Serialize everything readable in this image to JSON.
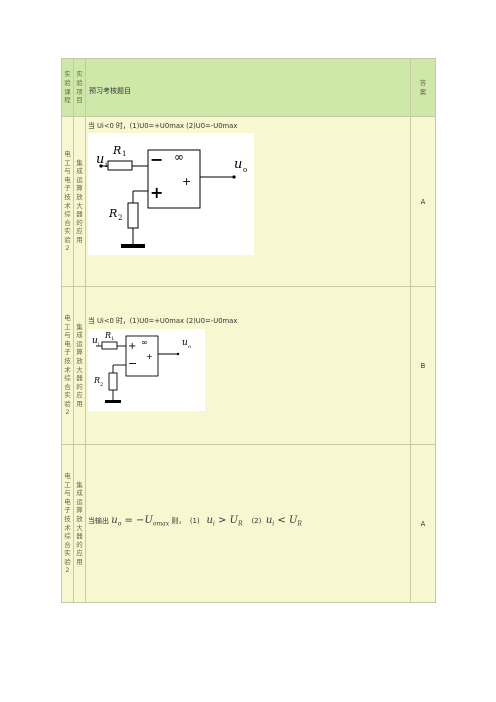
{
  "header": {
    "col1": "实验课程",
    "col2": "实验项目",
    "col3": "预习考核题目",
    "col4": "答案"
  },
  "rows": [
    {
      "course": "电工与电子技术综合实验2",
      "project": "集成运算放大器的应用",
      "question": "当 Ui<0 时，(1)U0=+U0max (2)U0=-U0max",
      "answer": "A"
    },
    {
      "course": "电工与电子技术综合实验2",
      "project": "集成运算放大器的应用",
      "question": "当 Ui<0 时，(1)U0=+U0max (2)U0=-U0max",
      "answer": "B"
    },
    {
      "course": "电工与电子技术综合实验2",
      "project": "集成运算放大器的应用",
      "question_prefix": "当输出",
      "question_mid": "则，",
      "opt1_label": "(1)",
      "opt2_label": "(2)",
      "answer": "A"
    }
  ],
  "circuit1": {
    "ui": "u",
    "ui_sub": "i",
    "r1": "R",
    "r1_sub": "1",
    "r2": "R",
    "r2_sub": "2",
    "uo": "u",
    "uo_sub": "o",
    "inf": "∞",
    "minus": "−",
    "plus": "+",
    "plus_out": "+"
  },
  "circuit2": {
    "ui": "u",
    "ui_sub": "i",
    "r1": "R",
    "r1_sub": "1",
    "r2": "R",
    "r2_sub": "2",
    "uo": "u",
    "uo_sub": "o",
    "inf": "∞",
    "minus": "−",
    "plus": "+",
    "plus_out": "+"
  },
  "formula": {
    "uo": "u",
    "uo_sub": "o",
    "eq": " = −",
    "U": "U",
    "U_sub": "omax",
    "ui1": "u",
    "ui1_sub": "i",
    "gt": " > ",
    "ur1": "U",
    "ur1_sub": "R",
    "ui2": "u",
    "ui2_sub": "i",
    "lt": " < ",
    "ur2": "U",
    "ur2_sub": "R"
  }
}
